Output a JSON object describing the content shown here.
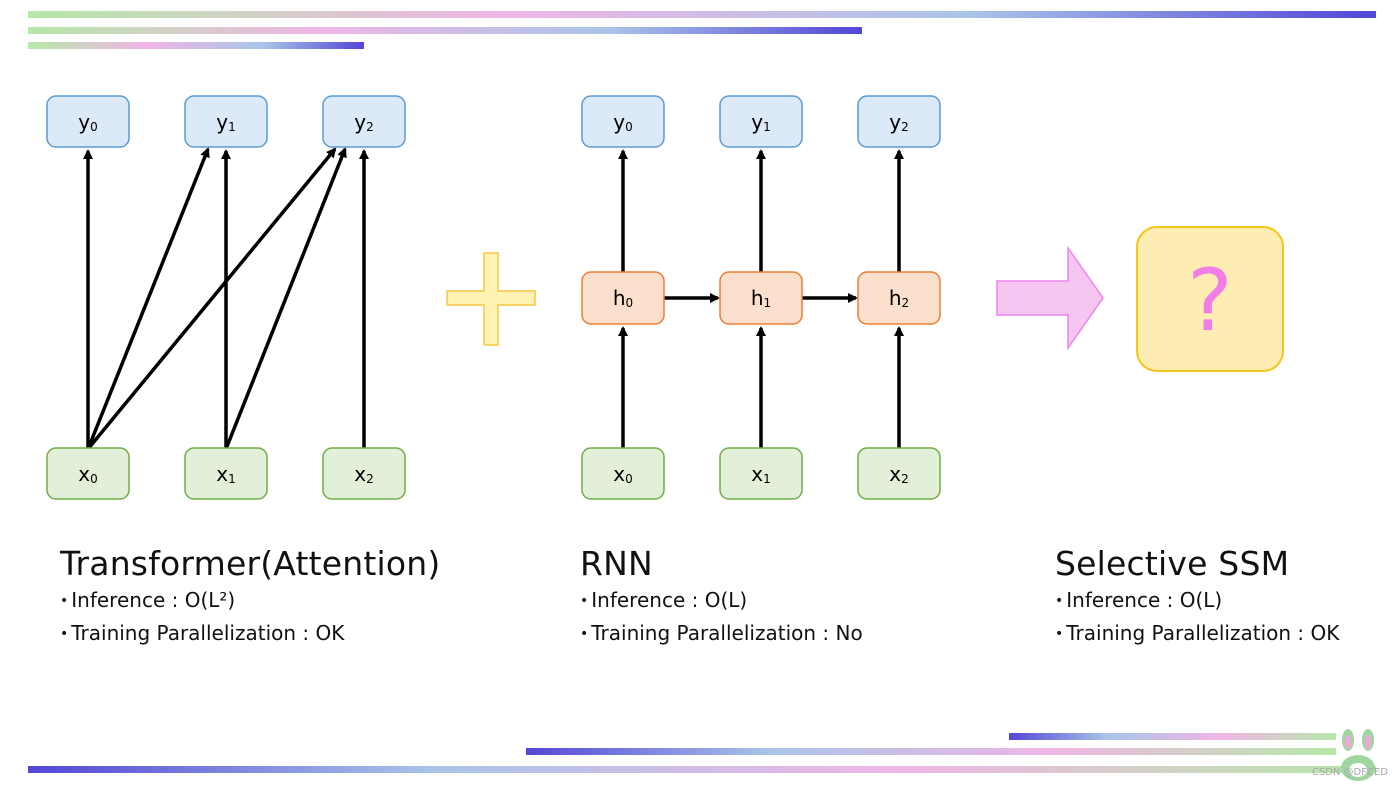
{
  "colors": {
    "bar_green": "#b6e8a8",
    "bar_pink": "#f0b6e6",
    "bar_lightblue": "#a9c4e8",
    "bar_purple": "#5346d6",
    "output_fill": "#dce9f8",
    "output_stroke": "#5a9bd5",
    "hidden_fill": "#fbe0cd",
    "hidden_stroke": "#ed7d31",
    "input_fill": "#e2efd9",
    "input_stroke": "#70ad47",
    "plus_fill": "#fff2b3",
    "plus_stroke": "#f5c842",
    "arrow_fill": "#f4c6f0",
    "arrow_stroke": "#ee82ee",
    "qbox_fill": "#fdedb3",
    "qbox_stroke": "#f5c518",
    "qmark": "#f07ee6"
  },
  "transformer": {
    "outputs": [
      {
        "base": "y",
        "sub": "0"
      },
      {
        "base": "y",
        "sub": "1"
      },
      {
        "base": "y",
        "sub": "2"
      }
    ],
    "inputs": [
      {
        "base": "x",
        "sub": "0"
      },
      {
        "base": "x",
        "sub": "1"
      },
      {
        "base": "x",
        "sub": "2"
      }
    ],
    "title": "Transformer(Attention)",
    "bullets": [
      "Inference : O(L²)",
      "Training Parallelization : OK"
    ]
  },
  "rnn": {
    "outputs": [
      {
        "base": "y",
        "sub": "0"
      },
      {
        "base": "y",
        "sub": "1"
      },
      {
        "base": "y",
        "sub": "2"
      }
    ],
    "hidden": [
      {
        "base": "h",
        "sub": "0"
      },
      {
        "base": "h",
        "sub": "1"
      },
      {
        "base": "h",
        "sub": "2"
      }
    ],
    "inputs": [
      {
        "base": "x",
        "sub": "0"
      },
      {
        "base": "x",
        "sub": "1"
      },
      {
        "base": "x",
        "sub": "2"
      }
    ],
    "title": "RNN",
    "bullets": [
      "Inference : O(L)",
      "Training Parallelization : No"
    ]
  },
  "ssm": {
    "result_symbol": "?",
    "title": "Selective SSM",
    "bullets": [
      "Inference : O(L)",
      "Training Parallelization : OK"
    ]
  },
  "mascot_icon": "rabbit-mascot-icon",
  "watermark": "CSDN @DFCED"
}
